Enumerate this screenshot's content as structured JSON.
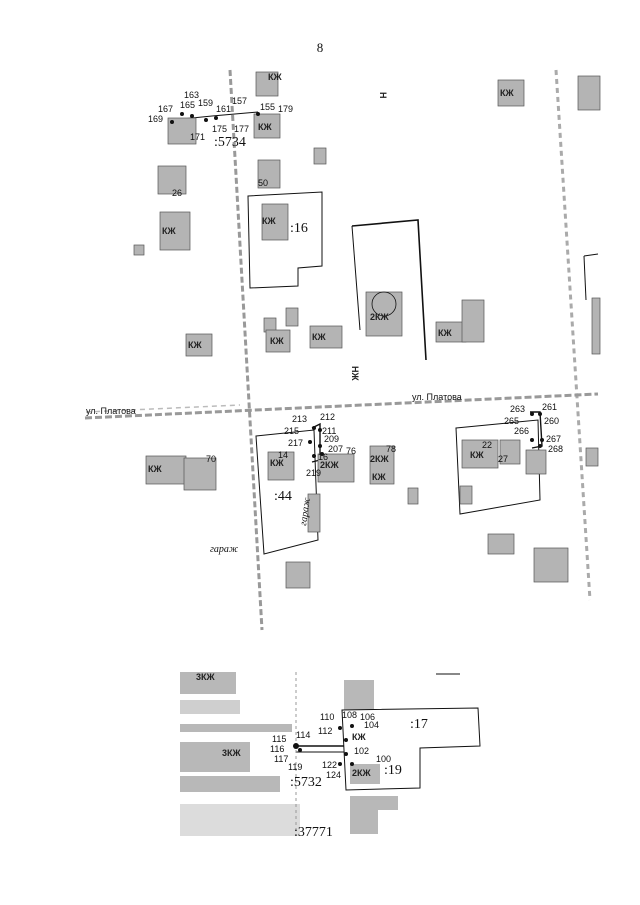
{
  "page_number": "8",
  "top_map": {
    "street_left": "ул. Платова",
    "street_right": "ул. Платова",
    "parcels": [
      ":5734",
      ":16",
      ":44"
    ],
    "italic_labels": [
      "гараж",
      "гараж"
    ],
    "building_labels": [
      "КЖ",
      "2КЖ",
      "КЖ",
      "Н",
      "НЖ"
    ],
    "points_a": [
      "163",
      "167",
      "165",
      "159",
      "161",
      "157",
      "155",
      "179",
      "169",
      "175",
      "177",
      "171"
    ],
    "points_b": [
      "213",
      "212",
      "215",
      "211",
      "217",
      "209",
      "207",
      "16",
      "219"
    ],
    "points_c": [
      "263",
      "261",
      "265",
      "260",
      "266",
      "267",
      "268"
    ],
    "misc_numbers": [
      "50",
      "14",
      "76",
      "78",
      "22",
      "27",
      "70",
      "26"
    ]
  },
  "bottom_map": {
    "parcels": [
      ":17",
      ":19",
      ":5732",
      ":37771"
    ],
    "building_labels": [
      "3КЖ",
      "3КЖ",
      "КЖ",
      "2КЖ"
    ],
    "points": [
      "110",
      "108",
      "106",
      "114",
      "112",
      "104",
      "115",
      "116",
      "117",
      "119",
      "102",
      "122",
      "124",
      "100"
    ]
  },
  "colors": {
    "building": "#b4b4b4",
    "line": "#111111",
    "road": "#9a9a9a"
  }
}
